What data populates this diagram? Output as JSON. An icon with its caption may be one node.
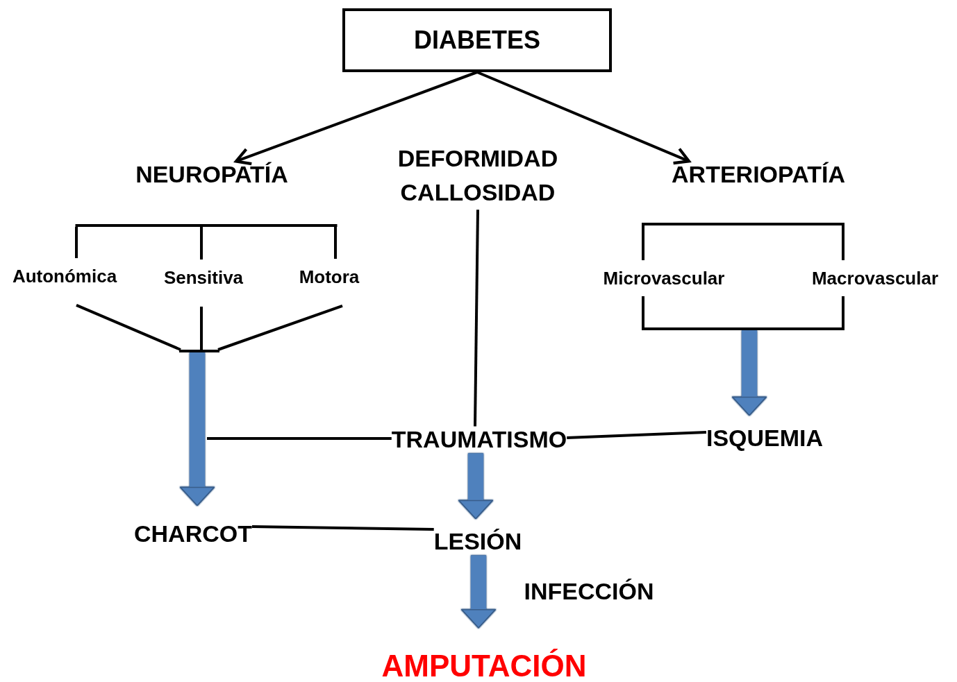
{
  "diagram": {
    "nodes": [
      {
        "text": [
          "DIABETES"
        ]
      },
      {
        "text": [
          "NEUROPATÍA"
        ]
      },
      {
        "text": [
          "DEFORMIDAD CALLOSIDAD"
        ]
      },
      {
        "text": [
          "ARTERIOPATÍA"
        ]
      },
      {
        "text": [
          "Autonómica"
        ]
      },
      {
        "text": [
          "Sensitiva"
        ]
      },
      {
        "text": [
          "Motora"
        ]
      },
      {
        "text": [
          "Microvascular"
        ]
      },
      {
        "text": [
          "Macrovascular"
        ]
      },
      {
        "text": [
          "TRAUMATISMO"
        ]
      },
      {
        "text": [
          "ISQUEMIA"
        ]
      },
      {
        "text": [
          "CHARCOT"
        ]
      },
      {
        "text": [
          "LESIÓN"
        ]
      },
      {
        "text": [
          "AMPUTACIÓN"
        ]
      },
      {
        "text": [],
        "shape": "bar"
      },
      {
        "text": [],
        "shape": "bar"
      },
      {
        "text": [],
        "shape": "bar"
      },
      {
        "text": [],
        "shape": "bar"
      }
    ],
    "edges": [
      {
        "from": 0,
        "to": 1,
        "arrow": "to"
      },
      {
        "from": 0,
        "to": 3,
        "arrow": "to"
      },
      {
        "from": 2,
        "to": 9,
        "arrow": "none"
      },
      {
        "from": 9,
        "to": null,
        "arrow": "none"
      },
      {
        "from": 9,
        "to": 10,
        "arrow": "none"
      },
      {
        "from": 14,
        "to": 4,
        "arrow": "none"
      },
      {
        "from": 14,
        "to": 5,
        "arrow": "none"
      },
      {
        "from": 14,
        "to": 6,
        "arrow": "none"
      },
      {
        "from": 15,
        "to": 7,
        "arrow": "none"
      },
      {
        "from": 15,
        "to": 8,
        "arrow": "none"
      },
      {
        "from": 4,
        "to": 17,
        "arrow": "none"
      },
      {
        "from": 5,
        "to": 17,
        "arrow": "none"
      },
      {
        "from": 6,
        "to": 17,
        "arrow": "none"
      },
      {
        "from": 17,
        "to": 11,
        "arrow": "to",
        "style": "thick",
        "color": "#4f81bd"
      },
      {
        "from": 7,
        "to": 16,
        "arrow": "none"
      },
      {
        "from": 8,
        "to": 16,
        "arrow": "none"
      },
      {
        "from": 16,
        "to": 10,
        "arrow": "to",
        "style": "thick",
        "color": "#4f81bd"
      },
      {
        "from": 9,
        "to": 12,
        "arrow": "to",
        "style": "thick",
        "color": "#4f81bd"
      },
      {
        "from": 11,
        "to": 12,
        "arrow": "none"
      },
      {
        "from": 12,
        "to": 13,
        "label": "INFECCIÓN",
        "arrow": "to",
        "style": "thick",
        "color": "#4f81bd"
      }
    ]
  }
}
